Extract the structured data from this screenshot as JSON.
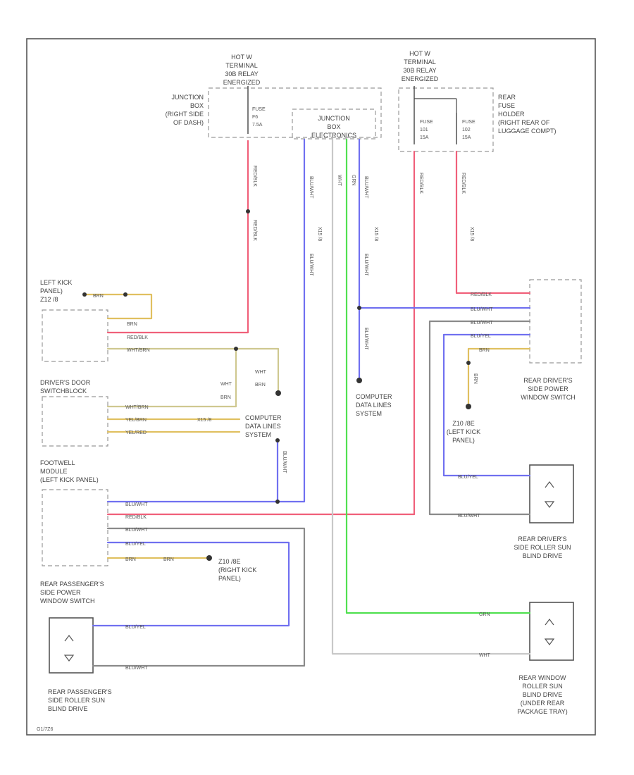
{
  "colors": {
    "red": "#f0607a",
    "blue": "#7070f0",
    "green": "#50e050",
    "yellow": "#e0c060",
    "khaki": "#cfc890",
    "gray": "#8a8a8a",
    "white": "#c8c8c8",
    "frame": "#555555"
  },
  "hot_left": [
    "HOT W",
    "TERMINAL",
    "30B RELAY",
    "ENERGIZED"
  ],
  "hot_right": [
    "HOT W",
    "TERMINAL",
    "30B RELAY",
    "ENERGIZED"
  ],
  "jb_dash": [
    "JUNCTION",
    "BOX",
    "(RIGHT SIDE",
    "OF DASH)"
  ],
  "fuse_f16": [
    "FUSE",
    "F6",
    "7.5A"
  ],
  "jb_elec": [
    "JUNCTION",
    "BOX",
    "ELECTRONICS"
  ],
  "rear_fuse_holder": [
    "REAR",
    "FUSE",
    "HOLDER",
    "(RIGHT REAR OF",
    "LUGGAGE COMPT)"
  ],
  "fuse_f101": [
    "FUSE",
    "101",
    "15A"
  ],
  "fuse_f102": [
    "FUSE",
    "102",
    "15A"
  ],
  "left_kick": [
    "LEFT KICK",
    "PANEL)",
    "Z12 /8"
  ],
  "drivers_door": [
    "DRIVER'S DOOR",
    "SWITCHBLOCK"
  ],
  "footwell": [
    "FOOTWELL",
    "MODULE",
    "(LEFT KICK PANEL)"
  ],
  "rear_pass_switch": [
    "REAR PASSENGER'S",
    "SIDE POWER",
    "WINDOW SWITCH"
  ],
  "right_kick": [
    "Z10 /8E",
    "(RIGHT KICK",
    "PANEL)"
  ],
  "rear_pass_blind": [
    "REAR PASSENGER'S",
    "SIDE ROLLER SUN",
    "BLIND DRIVE"
  ],
  "cdl_center": [
    "COMPUTER",
    "DATA LINES",
    "SYSTEM"
  ],
  "cdl_left": [
    "COMPUTER",
    "DATA LINES",
    "SYSTEM"
  ],
  "rear_drv_switch": [
    "REAR DRIVER'S",
    "SIDE POWER",
    "WINDOW SWITCH"
  ],
  "z10_left": [
    "Z10 /8E",
    "(LEFT KICK",
    "PANEL)"
  ],
  "rear_drv_blind": [
    "REAR DRIVER'S",
    "SIDE ROLLER SUN",
    "BLIND DRIVE"
  ],
  "rear_window_blind": [
    "REAR WINDOW",
    "ROLLER SUN",
    "BLIND DRIVE",
    "(UNDER REAR",
    "PACKAGE TRAY)"
  ],
  "wires": {
    "red_blk": "RED/BLK",
    "blu_wht": "BLU/WHT",
    "blu_yel": "BLU/YEL",
    "wht": "WHT",
    "grn": "GRN",
    "brn": "BRN",
    "wht_brn": "WHT/BRN",
    "yel_brn": "YEL/BRN",
    "yel_red": "YEL/RED",
    "x": "X15 /8"
  },
  "ref": "G1/7Z6"
}
